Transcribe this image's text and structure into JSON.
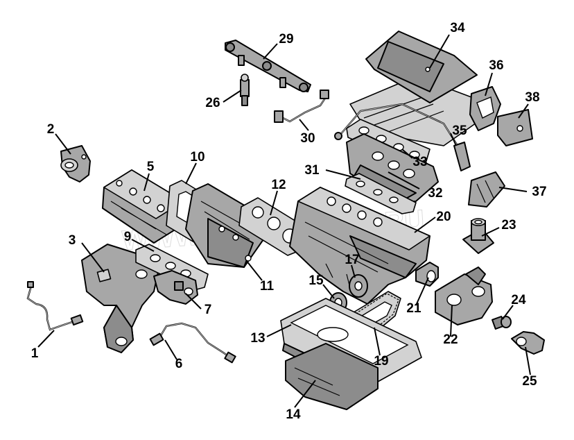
{
  "diagram": {
    "labels": [
      "1",
      "2",
      "3",
      "5",
      "6",
      "7",
      "9",
      "10",
      "11",
      "12",
      "13",
      "14",
      "15",
      "17",
      "19",
      "20",
      "21",
      "22",
      "23",
      "24",
      "25",
      "26",
      "29",
      "30",
      "31",
      "32",
      "33",
      "34",
      "35",
      "36",
      "37",
      "38"
    ],
    "watermark": "WWW.SUPERSHOP.RU"
  },
  "colors": {
    "part_fill": "#a7a7a7",
    "part_dark": "#8c8c8c",
    "part_light": "#d2d2d2",
    "outline": "#000000",
    "background": "#ffffff"
  }
}
